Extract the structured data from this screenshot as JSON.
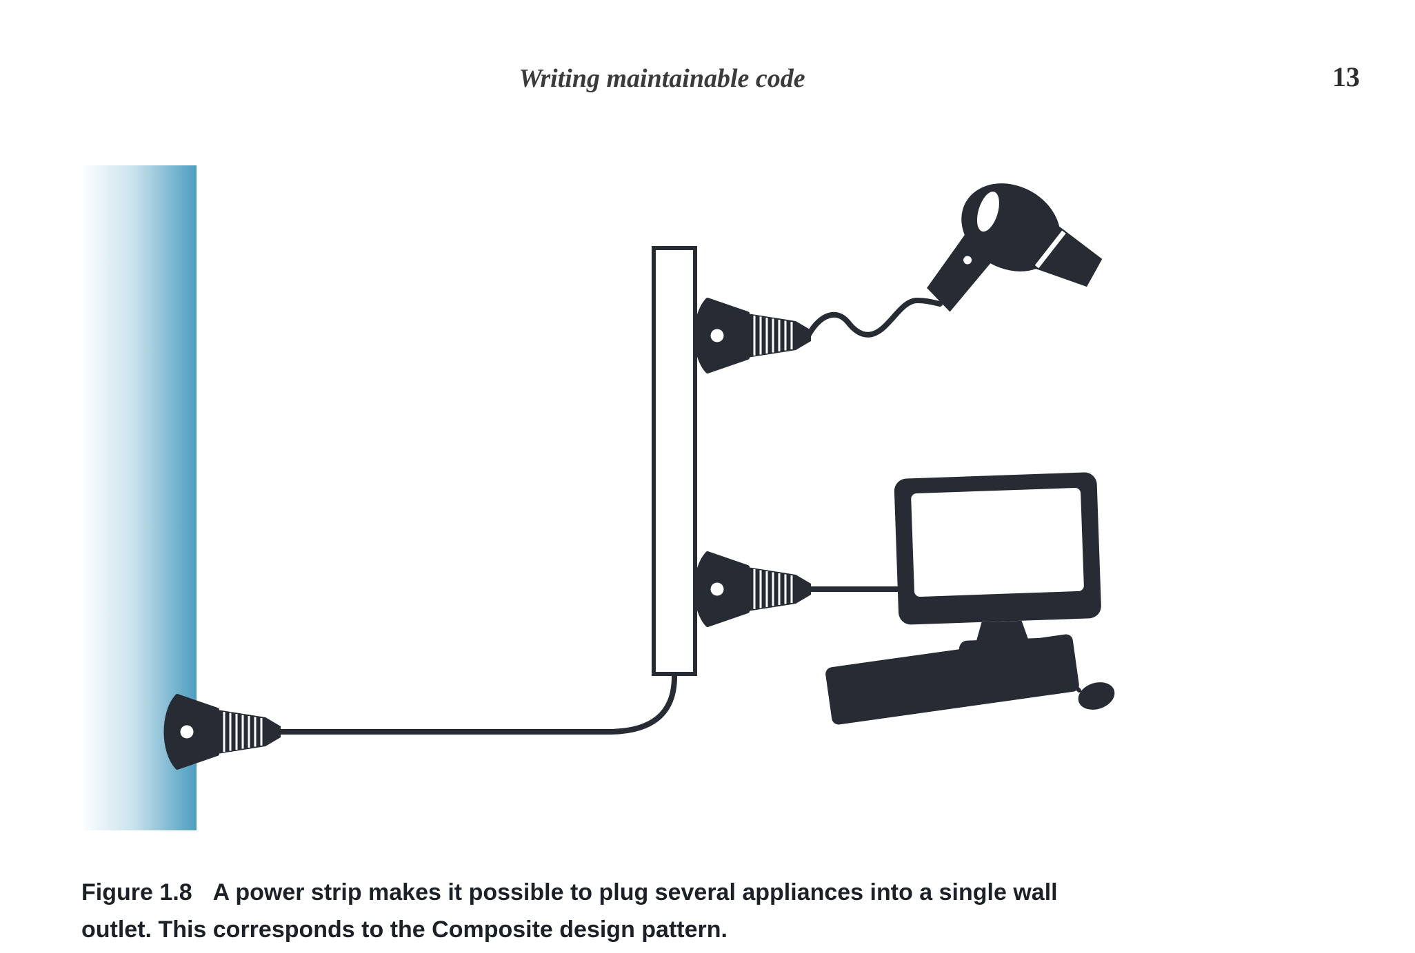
{
  "header": {
    "title": "Writing maintainable code",
    "page_number": "13"
  },
  "caption": {
    "label": "Figure 1.8",
    "text": "A power strip makes it possible to plug several appliances into a single wall outlet. This corresponds to the Composite design pattern."
  },
  "figure": {
    "alt": "A wall outlet connected by a cord to a power strip; a hair dryer and a desktop computer are plugged into the power strip.",
    "parts": [
      "wall",
      "wall outlet plug",
      "power strip",
      "hair dryer plug",
      "computer plug",
      "hair dryer",
      "computer monitor",
      "keyboard",
      "mouse"
    ],
    "colors": {
      "silhouette": "#272c34",
      "wall_gradient_left": "#fcfeff",
      "wall_gradient_mid": "#c9e2ec",
      "wall_gradient_right": "#4d9dc0",
      "background": "#ffffff"
    }
  }
}
